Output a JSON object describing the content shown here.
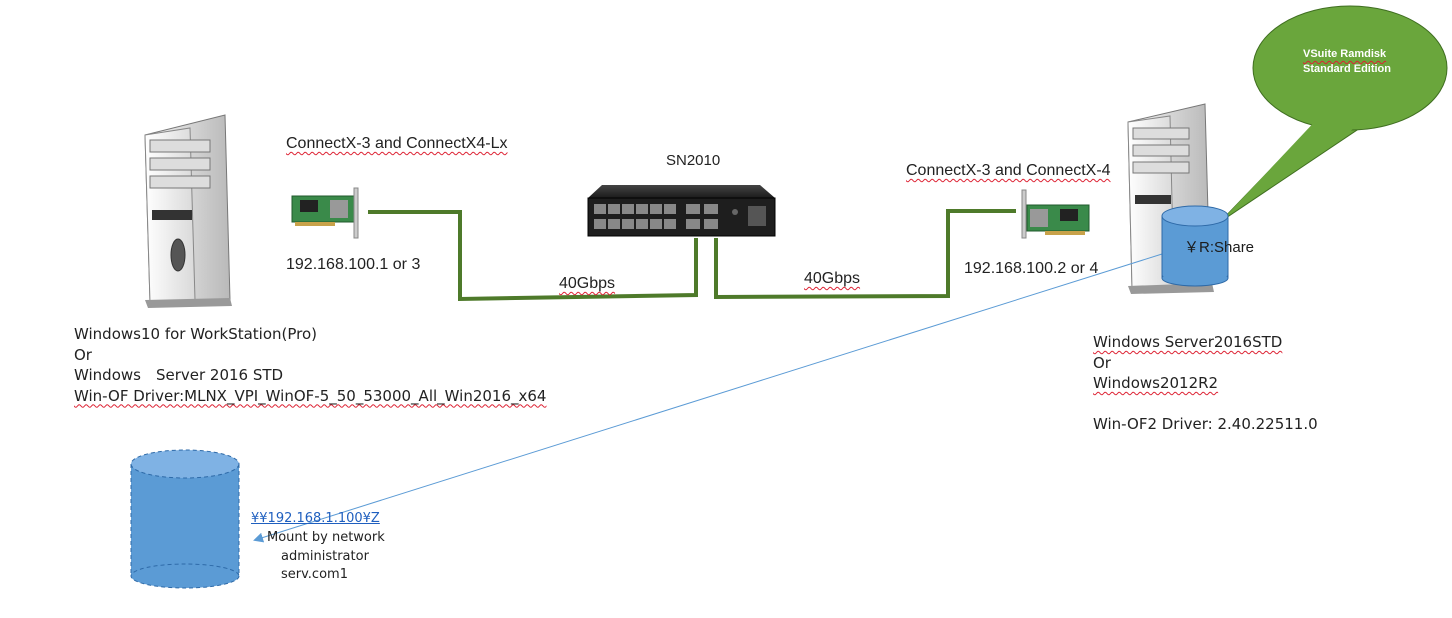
{
  "left_host": {
    "nic_label": "ConnectX-3  and ConnectX4-Lx",
    "ip": "192.168.100.1 or 3",
    "os_lines": [
      "Windows10 for WorkStation(Pro)",
      "Or",
      "Windows　Server 2016 STD",
      "Win-OF Driver:MLNX_VPI_WinOF-5_50_53000_All_Win2016_x64"
    ]
  },
  "switch": {
    "name": "SN2010"
  },
  "links": {
    "left_speed": "40Gbps",
    "right_speed": "40Gbps"
  },
  "right_host": {
    "nic_label": "ConnectX-3 and ConnectX-4",
    "ip": "192.168.100.2 or 4",
    "share_label": "￥R:Share",
    "os_lines": [
      "Windows Server2016STD",
      "Or",
      "Windows2012R2",
      "",
      "Win-OF2 Driver: 2.40.22511.0"
    ]
  },
  "callout": {
    "line1": "VSuite Ramdisk",
    "line2": "Standard Edition"
  },
  "mount": {
    "path": "¥¥192.168.1.100¥Z",
    "line1": "Mount by network",
    "line2": "administrator",
    "line3": "serv.com1"
  },
  "colors": {
    "cable": "#4e7a2a",
    "callout_fill": "#6aa63c",
    "disk_fill": "#5b9bd5",
    "arrow": "#5b9bd5"
  }
}
